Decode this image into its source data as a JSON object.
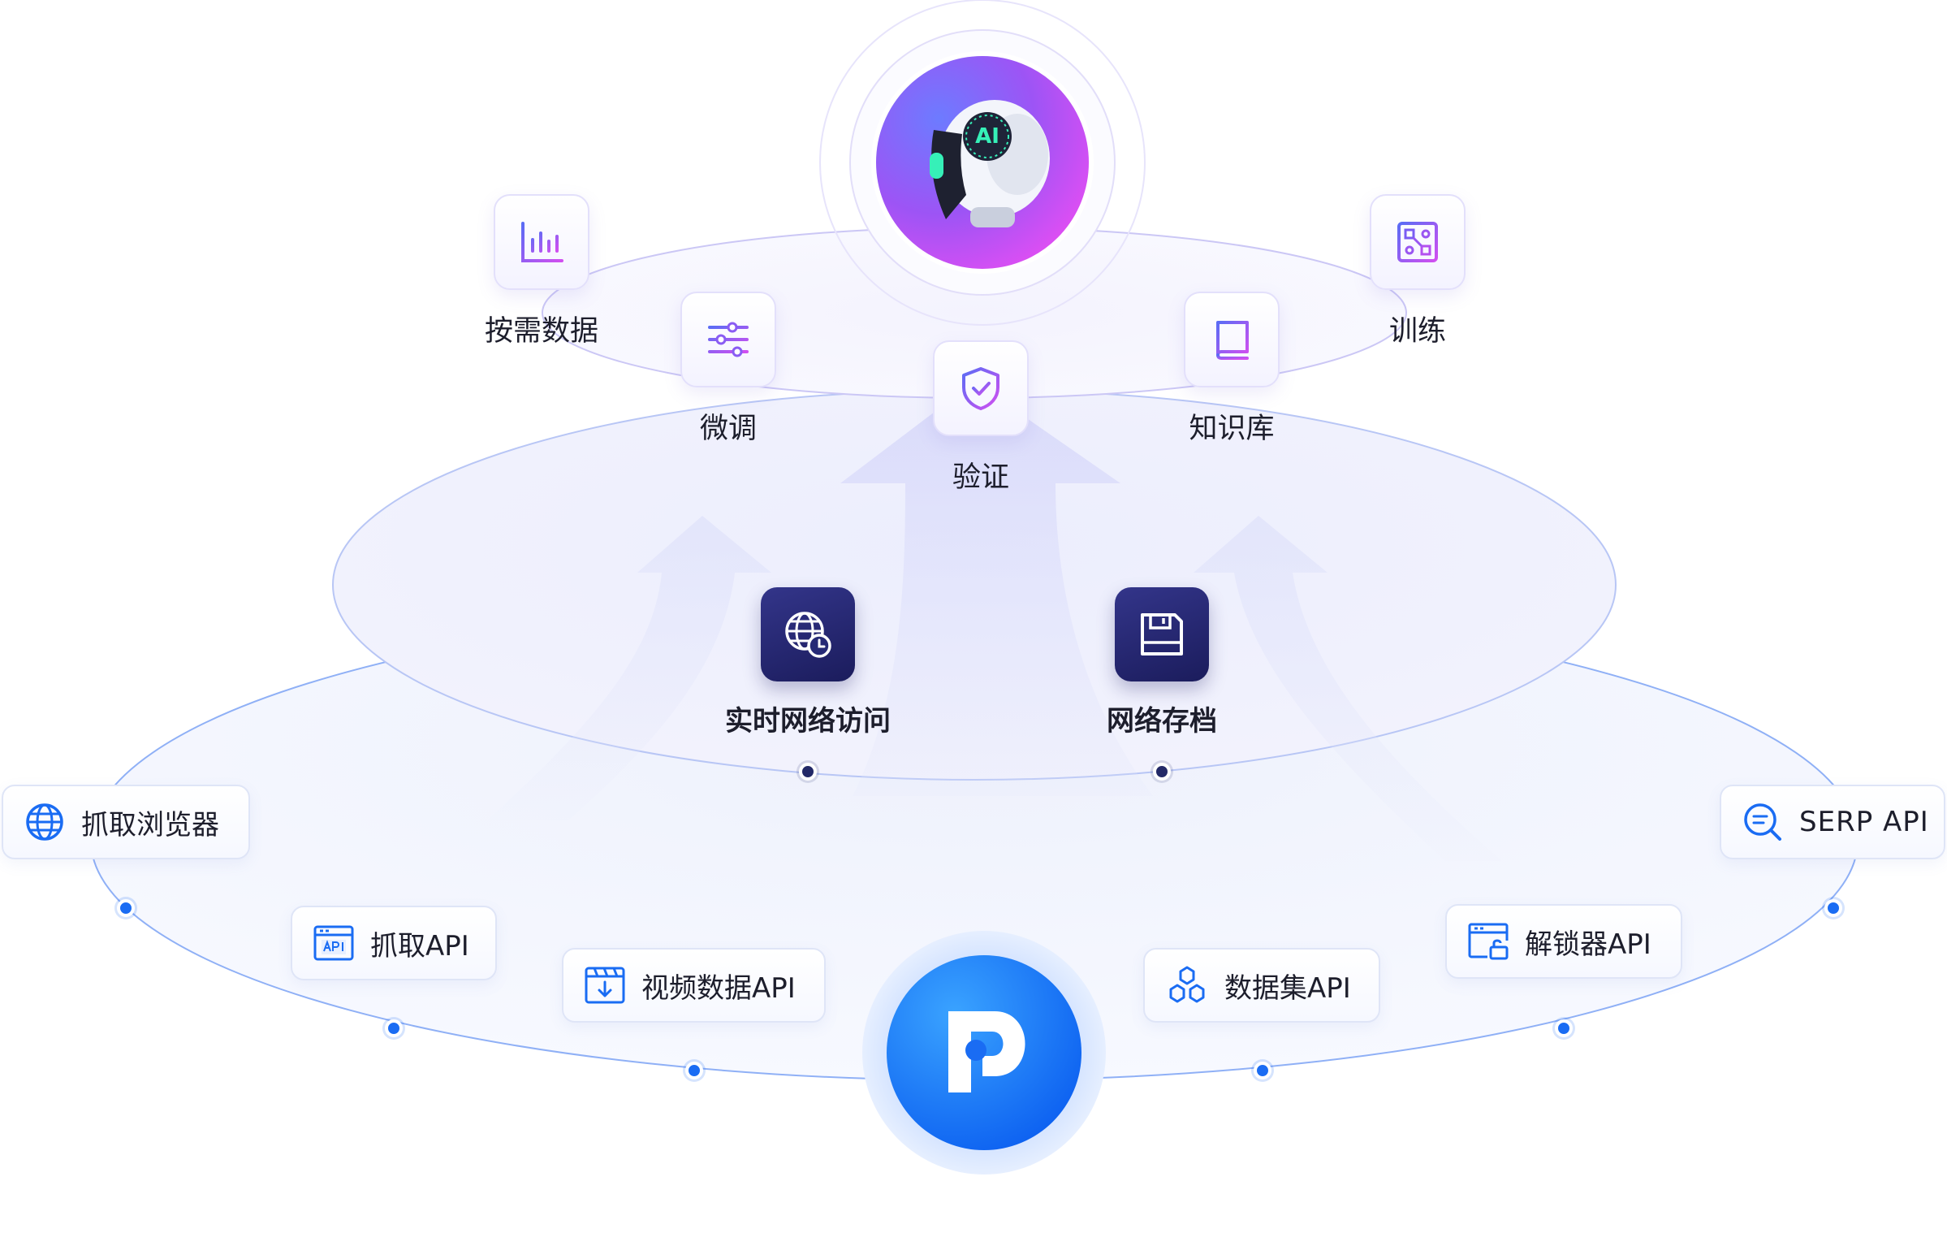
{
  "colors": {
    "accent_blue": "#1a6cf3",
    "accent_purple": "#7b5cf6",
    "accent_magenta": "#d24cf0",
    "navy": "#232967",
    "ring_blue": "#8fb0f6"
  },
  "top_hub": {
    "badge": "AI",
    "icon": "robot-head-icon"
  },
  "bottom_hub": {
    "icon": "brand-logo-p-icon"
  },
  "top_ring": [
    {
      "label": "按需数据",
      "icon": "bar-chart-icon"
    },
    {
      "label": "微调",
      "icon": "sliders-icon"
    },
    {
      "label": "验证",
      "icon": "shield-check-icon"
    },
    {
      "label": "知识库",
      "icon": "book-icon"
    },
    {
      "label": "训练",
      "icon": "network-nodes-icon"
    }
  ],
  "middle_ring": [
    {
      "label": "实时网络访问",
      "icon": "globe-clock-icon"
    },
    {
      "label": "网络存档",
      "icon": "floppy-disk-icon"
    }
  ],
  "bottom_ring": [
    {
      "label": "抓取浏览器",
      "icon": "globe-icon"
    },
    {
      "label": "抓取API",
      "icon": "api-window-icon"
    },
    {
      "label": "视频数据API",
      "icon": "video-download-icon"
    },
    {
      "label": "数据集API",
      "icon": "hexagon-cluster-icon"
    },
    {
      "label": "解锁器API",
      "icon": "unlock-window-icon"
    },
    {
      "label": "SERP API",
      "icon": "search-list-icon"
    }
  ]
}
